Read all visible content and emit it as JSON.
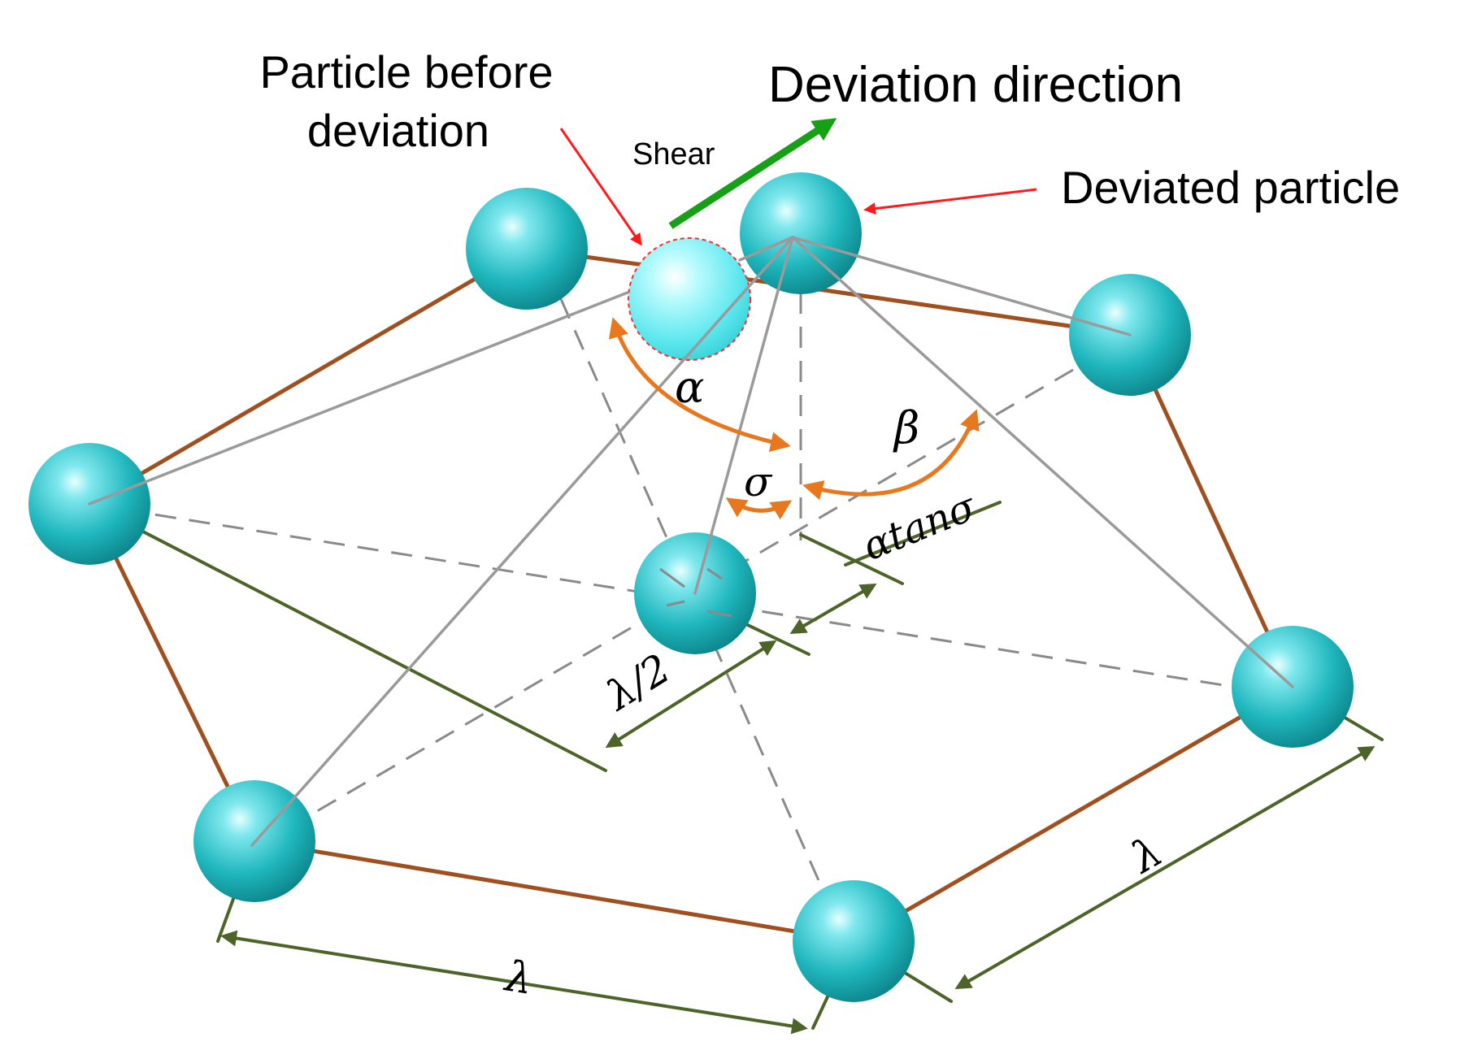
{
  "labels": {
    "particle_before": [
      "Particle before",
      "deviation"
    ],
    "deviation_direction": "Deviation direction",
    "shear": "Shear",
    "deviated_particle": "Deviated particle",
    "alpha": "α",
    "beta": "β",
    "sigma": "σ",
    "atan_sigma": "αtanσ",
    "half_lambda": "λ/2",
    "lambda_front": "λ",
    "lambda_right": "λ"
  },
  "colors": {
    "background": "#ffffff",
    "sphere": "#1fb7bd",
    "sphere_light": "#7fe8ee",
    "sphere_before": "#6ff0f5",
    "brown_edge": "#a0501e",
    "grey_edge": "#9a9a9a",
    "dashed_edge": "#8a8a8a",
    "dimension_line": "#4d6428",
    "angle_arc": "#e8781e",
    "red_arrow": "#ff1a1a",
    "shear_arrow": "#16a016",
    "dashed_outline": "#ff2a2a"
  }
}
